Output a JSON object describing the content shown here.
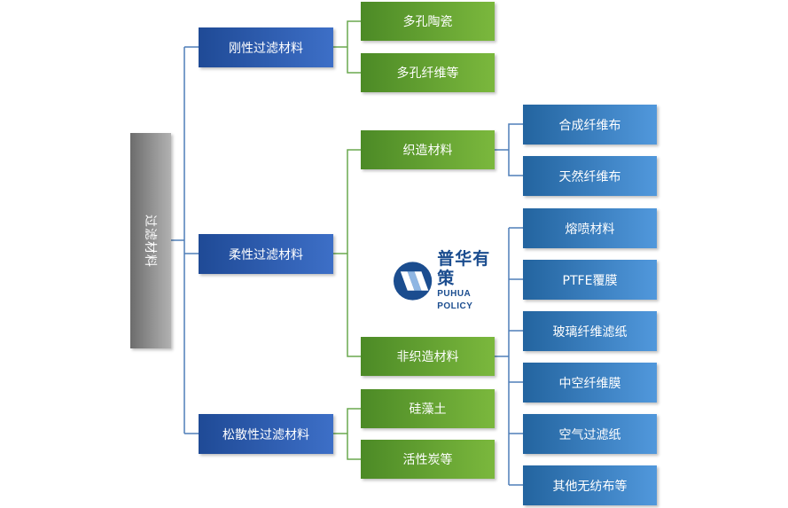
{
  "diagram": {
    "root": "过滤材料",
    "rigid": {
      "label": "刚性过滤材料",
      "children": [
        "多孔陶瓷",
        "多孔纤维等"
      ]
    },
    "flexible": {
      "label": "柔性过滤材料",
      "woven": {
        "label": "织造材料",
        "children": [
          "合成纤维布",
          "天然纤维布"
        ]
      },
      "nonwoven": {
        "label": "非织造材料",
        "children": [
          "熔喷材料",
          "PTFE覆膜",
          "玻璃纤维滤纸",
          "中空纤维膜",
          "空气过滤纸",
          "其他无纺布等"
        ]
      }
    },
    "loose": {
      "label": "松散性过滤材料",
      "children": [
        "硅藻土",
        "活性炭等"
      ]
    }
  },
  "logo": {
    "cn": "普华有策",
    "en": "PUHUA POLICY"
  },
  "colors": {
    "connector": "#4f7fb8",
    "connector_green": "#6aa84f",
    "brand": "#1b4d8f"
  }
}
